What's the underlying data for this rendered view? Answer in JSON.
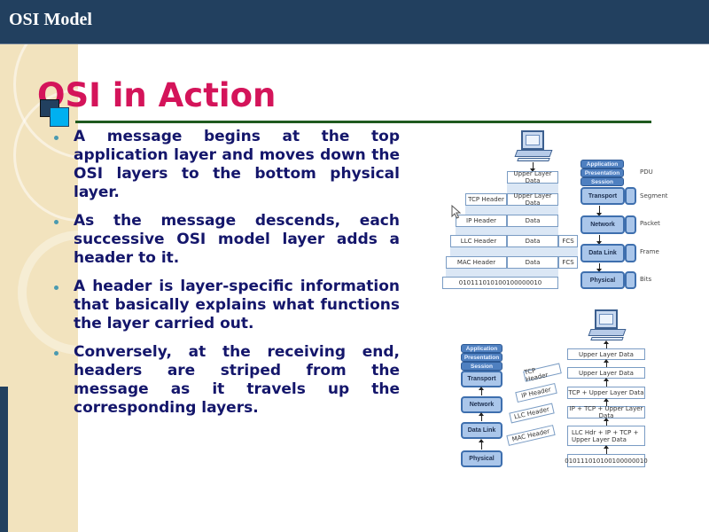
{
  "header": {
    "title": "OSI Model"
  },
  "slide": {
    "title": "OSI in Action",
    "bullets": [
      "A message begins at the top application layer and moves down the OSI layers to the bottom physical layer.",
      "As the message descends, each successive OSI model layer adds a header to it.",
      "A header is layer-specific information that basically explains what functions the layer carried out.",
      "Conversely, at the receiving end, headers are striped from the message as it travels up the corresponding layers."
    ]
  },
  "top_diagram": {
    "rows": {
      "upper": "Upper Layer Data",
      "tcp": "TCP Header",
      "ip": "IP Header",
      "llc": "LLC Header",
      "mac": "MAC Header",
      "data": "Data",
      "fcs": "FCS",
      "bits": "010111010100100000010"
    },
    "layers": [
      "Application",
      "Presentation",
      "Session",
      "Transport",
      "Network",
      "Data Link",
      "Physical"
    ],
    "pdu": [
      "PDU",
      "Segment",
      "Packet",
      "Frame",
      "Bits"
    ]
  },
  "bottom_diagram": {
    "layers": [
      "Application",
      "Presentation",
      "Session",
      "Transport",
      "Network",
      "Data Link",
      "Physical"
    ],
    "headers": [
      "TCP Header",
      "IP Header",
      "LLC Header",
      "MAC Header"
    ],
    "stack": [
      "Upper Layer Data",
      "Upper Layer Data",
      "TCP + Upper Layer Data",
      "IP + TCP + Upper Layer Data",
      "LLC Hdr + IP + TCP + Upper Layer Data",
      "010111010100100000010"
    ]
  }
}
